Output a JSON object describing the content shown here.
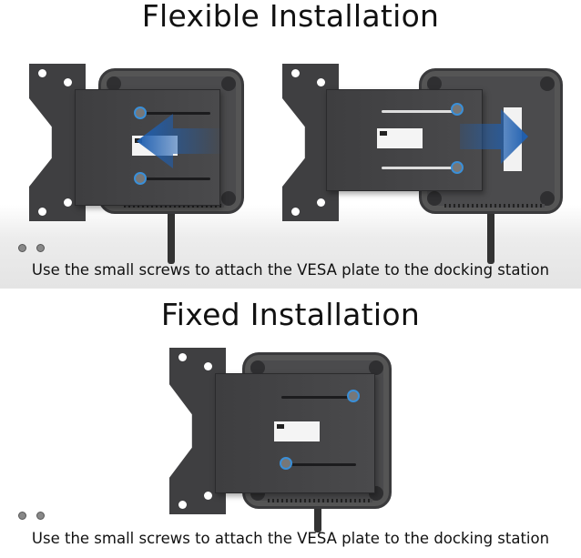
{
  "flexible": {
    "title": "Flexible Installation",
    "caption": "Use the small screws to attach the VESA plate to the docking station"
  },
  "fixed": {
    "title": "Fixed Installation",
    "caption": "Use the small screws to attach the VESA plate to the docking station"
  },
  "colors": {
    "arrow": "#1f5fb0",
    "dock": "#4b4b4d",
    "plate": "#3f3f41",
    "screw_highlight": "#3a8fd8"
  }
}
